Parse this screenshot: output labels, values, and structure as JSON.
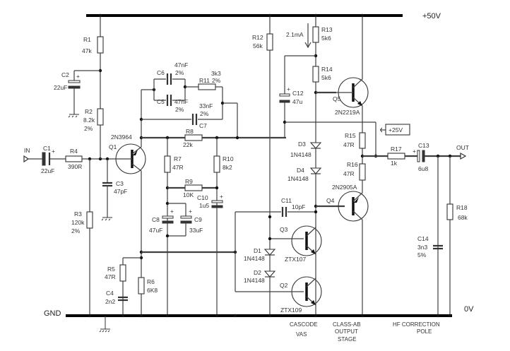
{
  "diagram": {
    "title": "Audio power amplifier schematic",
    "rails": {
      "positive": "+50V",
      "ground_left": "GND",
      "ground_right": "0V",
      "tap": "+25V"
    },
    "terminals": {
      "input": "IN",
      "output": "OUT"
    },
    "annotations": {
      "current": "2.1mA",
      "stage_vas_1": "CASCODE",
      "stage_vas_2": "VAS",
      "stage_out_1": "CLASS-AB",
      "stage_out_2": "OUTPUT",
      "stage_out_3": "STAGE",
      "stage_hf_1": "HF CORRECTION",
      "stage_hf_2": "POLE"
    },
    "resistors": {
      "R1": {
        "ref": "R1",
        "value": "47k"
      },
      "R2": {
        "ref": "R2",
        "value": "8.2k",
        "tol": "2%"
      },
      "R3": {
        "ref": "R3",
        "value": "120k",
        "tol": "2%"
      },
      "R4": {
        "ref": "R4",
        "value": "390R"
      },
      "R5": {
        "ref": "R5",
        "value": "47R"
      },
      "R6": {
        "ref": "R6",
        "value": "6K8"
      },
      "R7": {
        "ref": "R7",
        "value": "47R"
      },
      "R8": {
        "ref": "R8",
        "value": "22k"
      },
      "R9": {
        "ref": "R9",
        "value": "10K"
      },
      "R10": {
        "ref": "R10",
        "value": "8k2"
      },
      "R11": {
        "ref": "R11",
        "value": "3k3",
        "tol": "2%"
      },
      "R12": {
        "ref": "R12",
        "value": "56k"
      },
      "R13": {
        "ref": "R13",
        "value": "5k6"
      },
      "R14": {
        "ref": "R14",
        "value": "5k6"
      },
      "R15": {
        "ref": "R15",
        "value": "47R"
      },
      "R16": {
        "ref": "R16",
        "value": "47R"
      },
      "R17": {
        "ref": "R17",
        "value": "1k"
      },
      "R18": {
        "ref": "R18",
        "value": "68k"
      }
    },
    "capacitors": {
      "C1": {
        "ref": "C1",
        "value": "22uF"
      },
      "C2": {
        "ref": "C2",
        "value": "22uF"
      },
      "C3": {
        "ref": "C3",
        "value": "47pF"
      },
      "C4": {
        "ref": "C4",
        "value": "2n2"
      },
      "C5": {
        "ref": "C5",
        "value": "47nF",
        "tol": "2%"
      },
      "C6": {
        "ref": "C6",
        "value": "47nF",
        "tol": "2%"
      },
      "C7": {
        "ref": "C7",
        "value": "33nF",
        "tol": "2%"
      },
      "C8": {
        "ref": "C8",
        "value": "47uF"
      },
      "C9": {
        "ref": "C9",
        "value": "33uF"
      },
      "C10": {
        "ref": "C10",
        "value": "1u5"
      },
      "C11": {
        "ref": "C11",
        "value": "10pF"
      },
      "C12": {
        "ref": "C12",
        "value": "47u"
      },
      "C13": {
        "ref": "C13",
        "value": "6u8"
      },
      "C14": {
        "ref": "C14",
        "value": "3n3",
        "tol": "5%"
      }
    },
    "diodes": {
      "D1": {
        "ref": "D1",
        "part": "1N4148"
      },
      "D2": {
        "ref": "D2",
        "part": "1N4148"
      },
      "D3": {
        "ref": "D3",
        "part": "1N4148"
      },
      "D4": {
        "ref": "D4",
        "part": "1N4148"
      }
    },
    "transistors": {
      "Q1": {
        "ref": "Q1",
        "part": "2N3964"
      },
      "Q2": {
        "ref": "Q2",
        "part": "ZTX109"
      },
      "Q3": {
        "ref": "Q3",
        "part": "ZTX107"
      },
      "Q4": {
        "ref": "Q4",
        "part": "2N2905A"
      },
      "Q5": {
        "ref": "Q5",
        "part": "2N2219A"
      }
    },
    "plus_sign": "+"
  }
}
